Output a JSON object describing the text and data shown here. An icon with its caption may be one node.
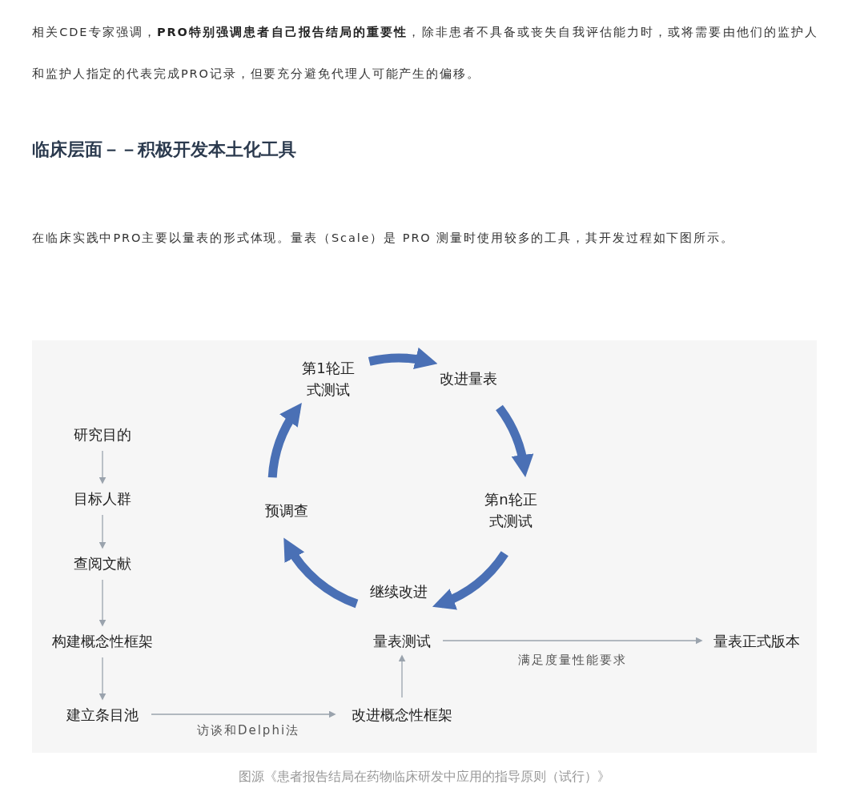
{
  "diagram": {
    "title": "临床层面－－积极开发本土化工具",
    "caption": "图源《患者报告结局在药物临床研发中应用的指导原则（试行）》",
    "nodes": [
      {
        "text": [
          "研究目的"
        ]
      },
      {
        "text": [
          "目标人群"
        ]
      },
      {
        "text": [
          "查阅文献"
        ]
      },
      {
        "text": [
          "构建概念性框架"
        ]
      },
      {
        "text": [
          "建立条目池"
        ]
      },
      {
        "text": [
          "改进概念性框架"
        ]
      },
      {
        "text": [
          "量表测试"
        ]
      },
      {
        "text": [
          "量表正式版本"
        ]
      },
      {
        "text": [
          "第1轮正式测试"
        ]
      },
      {
        "text": [
          "改进量表"
        ]
      },
      {
        "text": [
          "第n轮正式测试"
        ]
      },
      {
        "text": [
          "继续改进"
        ]
      },
      {
        "text": [
          "预调查"
        ]
      }
    ],
    "edges": [
      {
        "from": 0,
        "to": 1,
        "arrow": "to"
      },
      {
        "from": 1,
        "to": 2,
        "arrow": "to"
      },
      {
        "from": 2,
        "to": 3,
        "arrow": "to"
      },
      {
        "from": 3,
        "to": 4,
        "arrow": "to"
      },
      {
        "from": 4,
        "to": 5,
        "arrow": "to",
        "label": "访谈和Delphi法"
      },
      {
        "from": 5,
        "to": 6,
        "arrow": "to"
      },
      {
        "from": 6,
        "to": 7,
        "arrow": "to",
        "label": "满足度量性能要求"
      },
      {
        "from": 8,
        "to": 9,
        "arrow": "to",
        "style": "thick",
        "color": "#4a70b5"
      },
      {
        "from": 9,
        "to": 10,
        "arrow": "to",
        "style": "thick",
        "color": "#4a70b5"
      },
      {
        "from": 10,
        "to": 11,
        "arrow": "to",
        "style": "thick",
        "color": "#4a70b5"
      },
      {
        "from": 11,
        "to": 12,
        "arrow": "to",
        "style": "thick",
        "color": "#4a70b5"
      },
      {
        "from": 12,
        "to": 8,
        "arrow": "to",
        "style": "thick",
        "color": "#4a70b5"
      }
    ],
    "labels": [
      "相关CDE专家强调，**PRO特别强调患者自己报告结局的重要性**，除非患者不具备或丧失自我评估能力时，或将需要由他们的监护人和监护人指定的代表完成PRO记录，但要充分避免代理人可能产生的偏移。",
      "在临床实践中PRO主要以量表的形式体现。量表（Scale）是 PRO 测量时使用较多的工具，其开发过程如下图所示。"
    ]
  }
}
